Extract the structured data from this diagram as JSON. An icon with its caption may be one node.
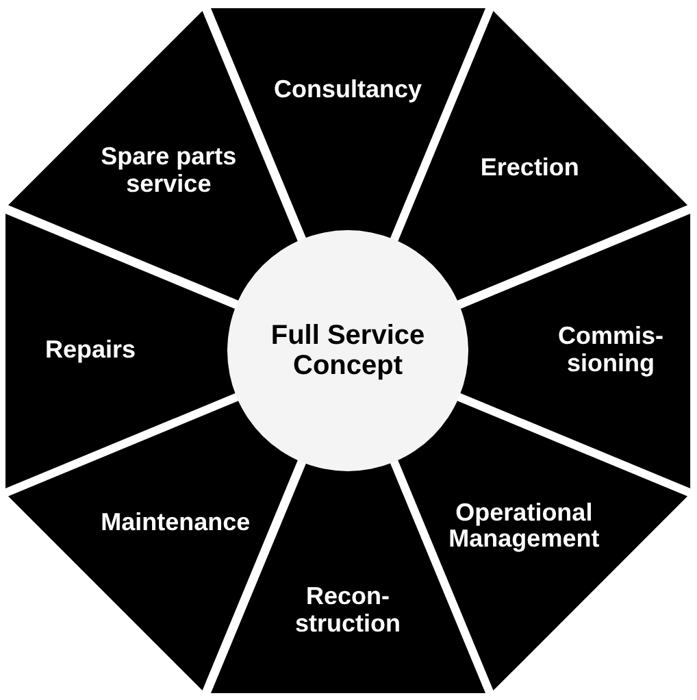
{
  "diagram": {
    "nodes": [
      {
        "text": [
          "Full Service Concept"
        ]
      },
      {
        "text": [
          "Consultancy"
        ]
      },
      {
        "text": [
          "Erection"
        ]
      },
      {
        "text": [
          "Commis- sioning"
        ]
      },
      {
        "text": [
          "Operational Management"
        ]
      },
      {
        "text": [
          "Recon- struction"
        ]
      },
      {
        "text": [
          "Maintenance"
        ]
      },
      {
        "text": [
          "Repairs"
        ]
      },
      {
        "text": [
          "Spare parts service"
        ]
      }
    ]
  }
}
